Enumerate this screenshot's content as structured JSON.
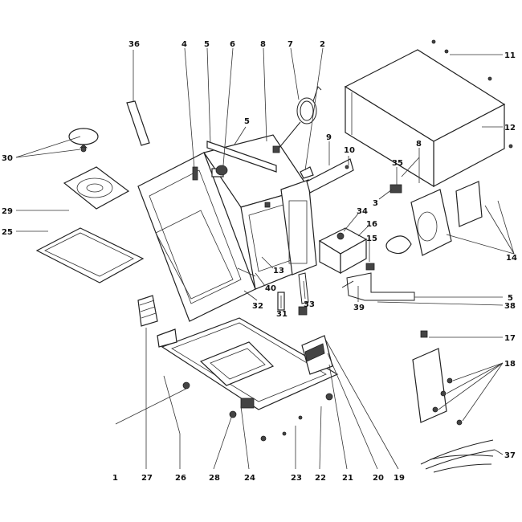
{
  "diagram": {
    "callouts": [
      {
        "id": "c1",
        "text": "1"
      },
      {
        "id": "c2",
        "text": "2"
      },
      {
        "id": "c3",
        "text": "3"
      },
      {
        "id": "c4",
        "text": "4"
      },
      {
        "id": "c5a",
        "text": "5"
      },
      {
        "id": "c5b",
        "text": "5"
      },
      {
        "id": "c5c",
        "text": "5"
      },
      {
        "id": "c6",
        "text": "6"
      },
      {
        "id": "c7",
        "text": "7"
      },
      {
        "id": "c8a",
        "text": "8"
      },
      {
        "id": "c8b",
        "text": "8"
      },
      {
        "id": "c9",
        "text": "9"
      },
      {
        "id": "c10",
        "text": "10"
      },
      {
        "id": "c11",
        "text": "11"
      },
      {
        "id": "c12",
        "text": "12"
      },
      {
        "id": "c13",
        "text": "13"
      },
      {
        "id": "c14",
        "text": "14"
      },
      {
        "id": "c15",
        "text": "15"
      },
      {
        "id": "c16",
        "text": "16"
      },
      {
        "id": "c17",
        "text": "17"
      },
      {
        "id": "c18",
        "text": "18"
      },
      {
        "id": "c19",
        "text": "19"
      },
      {
        "id": "c20",
        "text": "20"
      },
      {
        "id": "c21",
        "text": "21"
      },
      {
        "id": "c22",
        "text": "22"
      },
      {
        "id": "c23",
        "text": "23"
      },
      {
        "id": "c24",
        "text": "24"
      },
      {
        "id": "c25",
        "text": "25"
      },
      {
        "id": "c26",
        "text": "26"
      },
      {
        "id": "c27",
        "text": "27"
      },
      {
        "id": "c28",
        "text": "28"
      },
      {
        "id": "c29",
        "text": "29"
      },
      {
        "id": "c30",
        "text": "30"
      },
      {
        "id": "c31",
        "text": "31"
      },
      {
        "id": "c32",
        "text": "32"
      },
      {
        "id": "c33",
        "text": "33"
      },
      {
        "id": "c34",
        "text": "34"
      },
      {
        "id": "c35",
        "text": "35"
      },
      {
        "id": "c36",
        "text": "36"
      },
      {
        "id": "c37",
        "text": "37"
      },
      {
        "id": "c38",
        "text": "38"
      },
      {
        "id": "c39",
        "text": "39"
      },
      {
        "id": "c40",
        "text": "40"
      }
    ]
  }
}
